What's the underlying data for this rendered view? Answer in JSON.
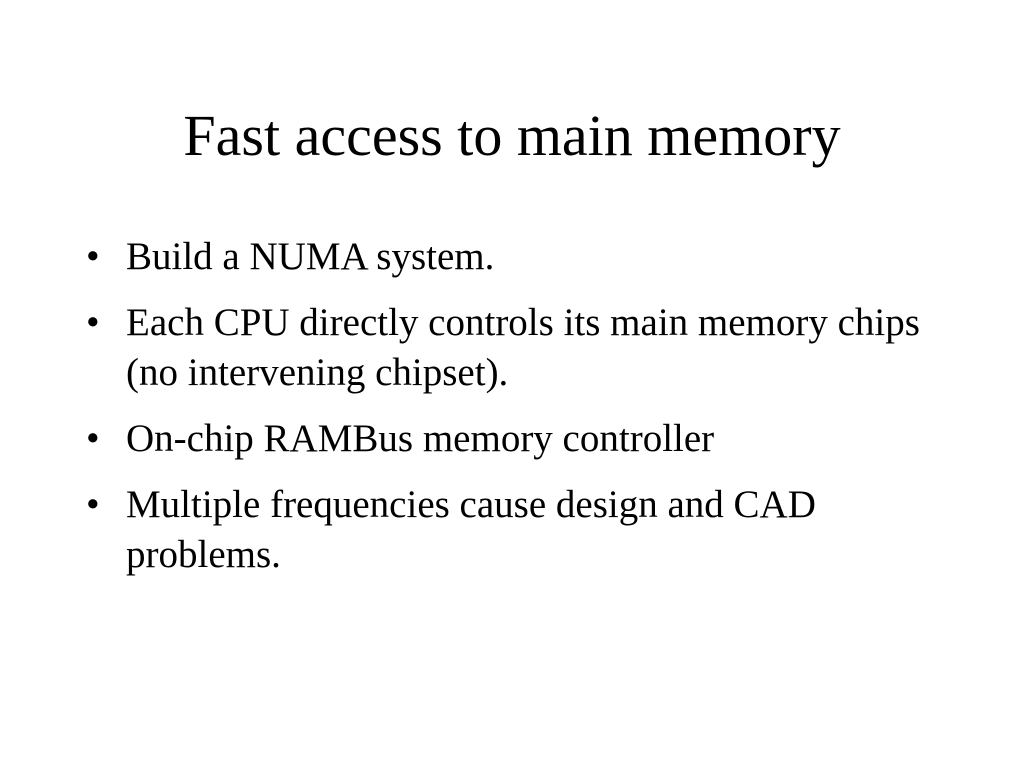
{
  "slide": {
    "title": "Fast access to main memory",
    "bullet_marker": "•",
    "bullets": [
      "Build a NUMA system.",
      "Each CPU directly controls its main memory chips (no intervening chipset).",
      "On-chip RAMBus memory controller",
      "Multiple frequencies cause design and CAD problems."
    ]
  }
}
